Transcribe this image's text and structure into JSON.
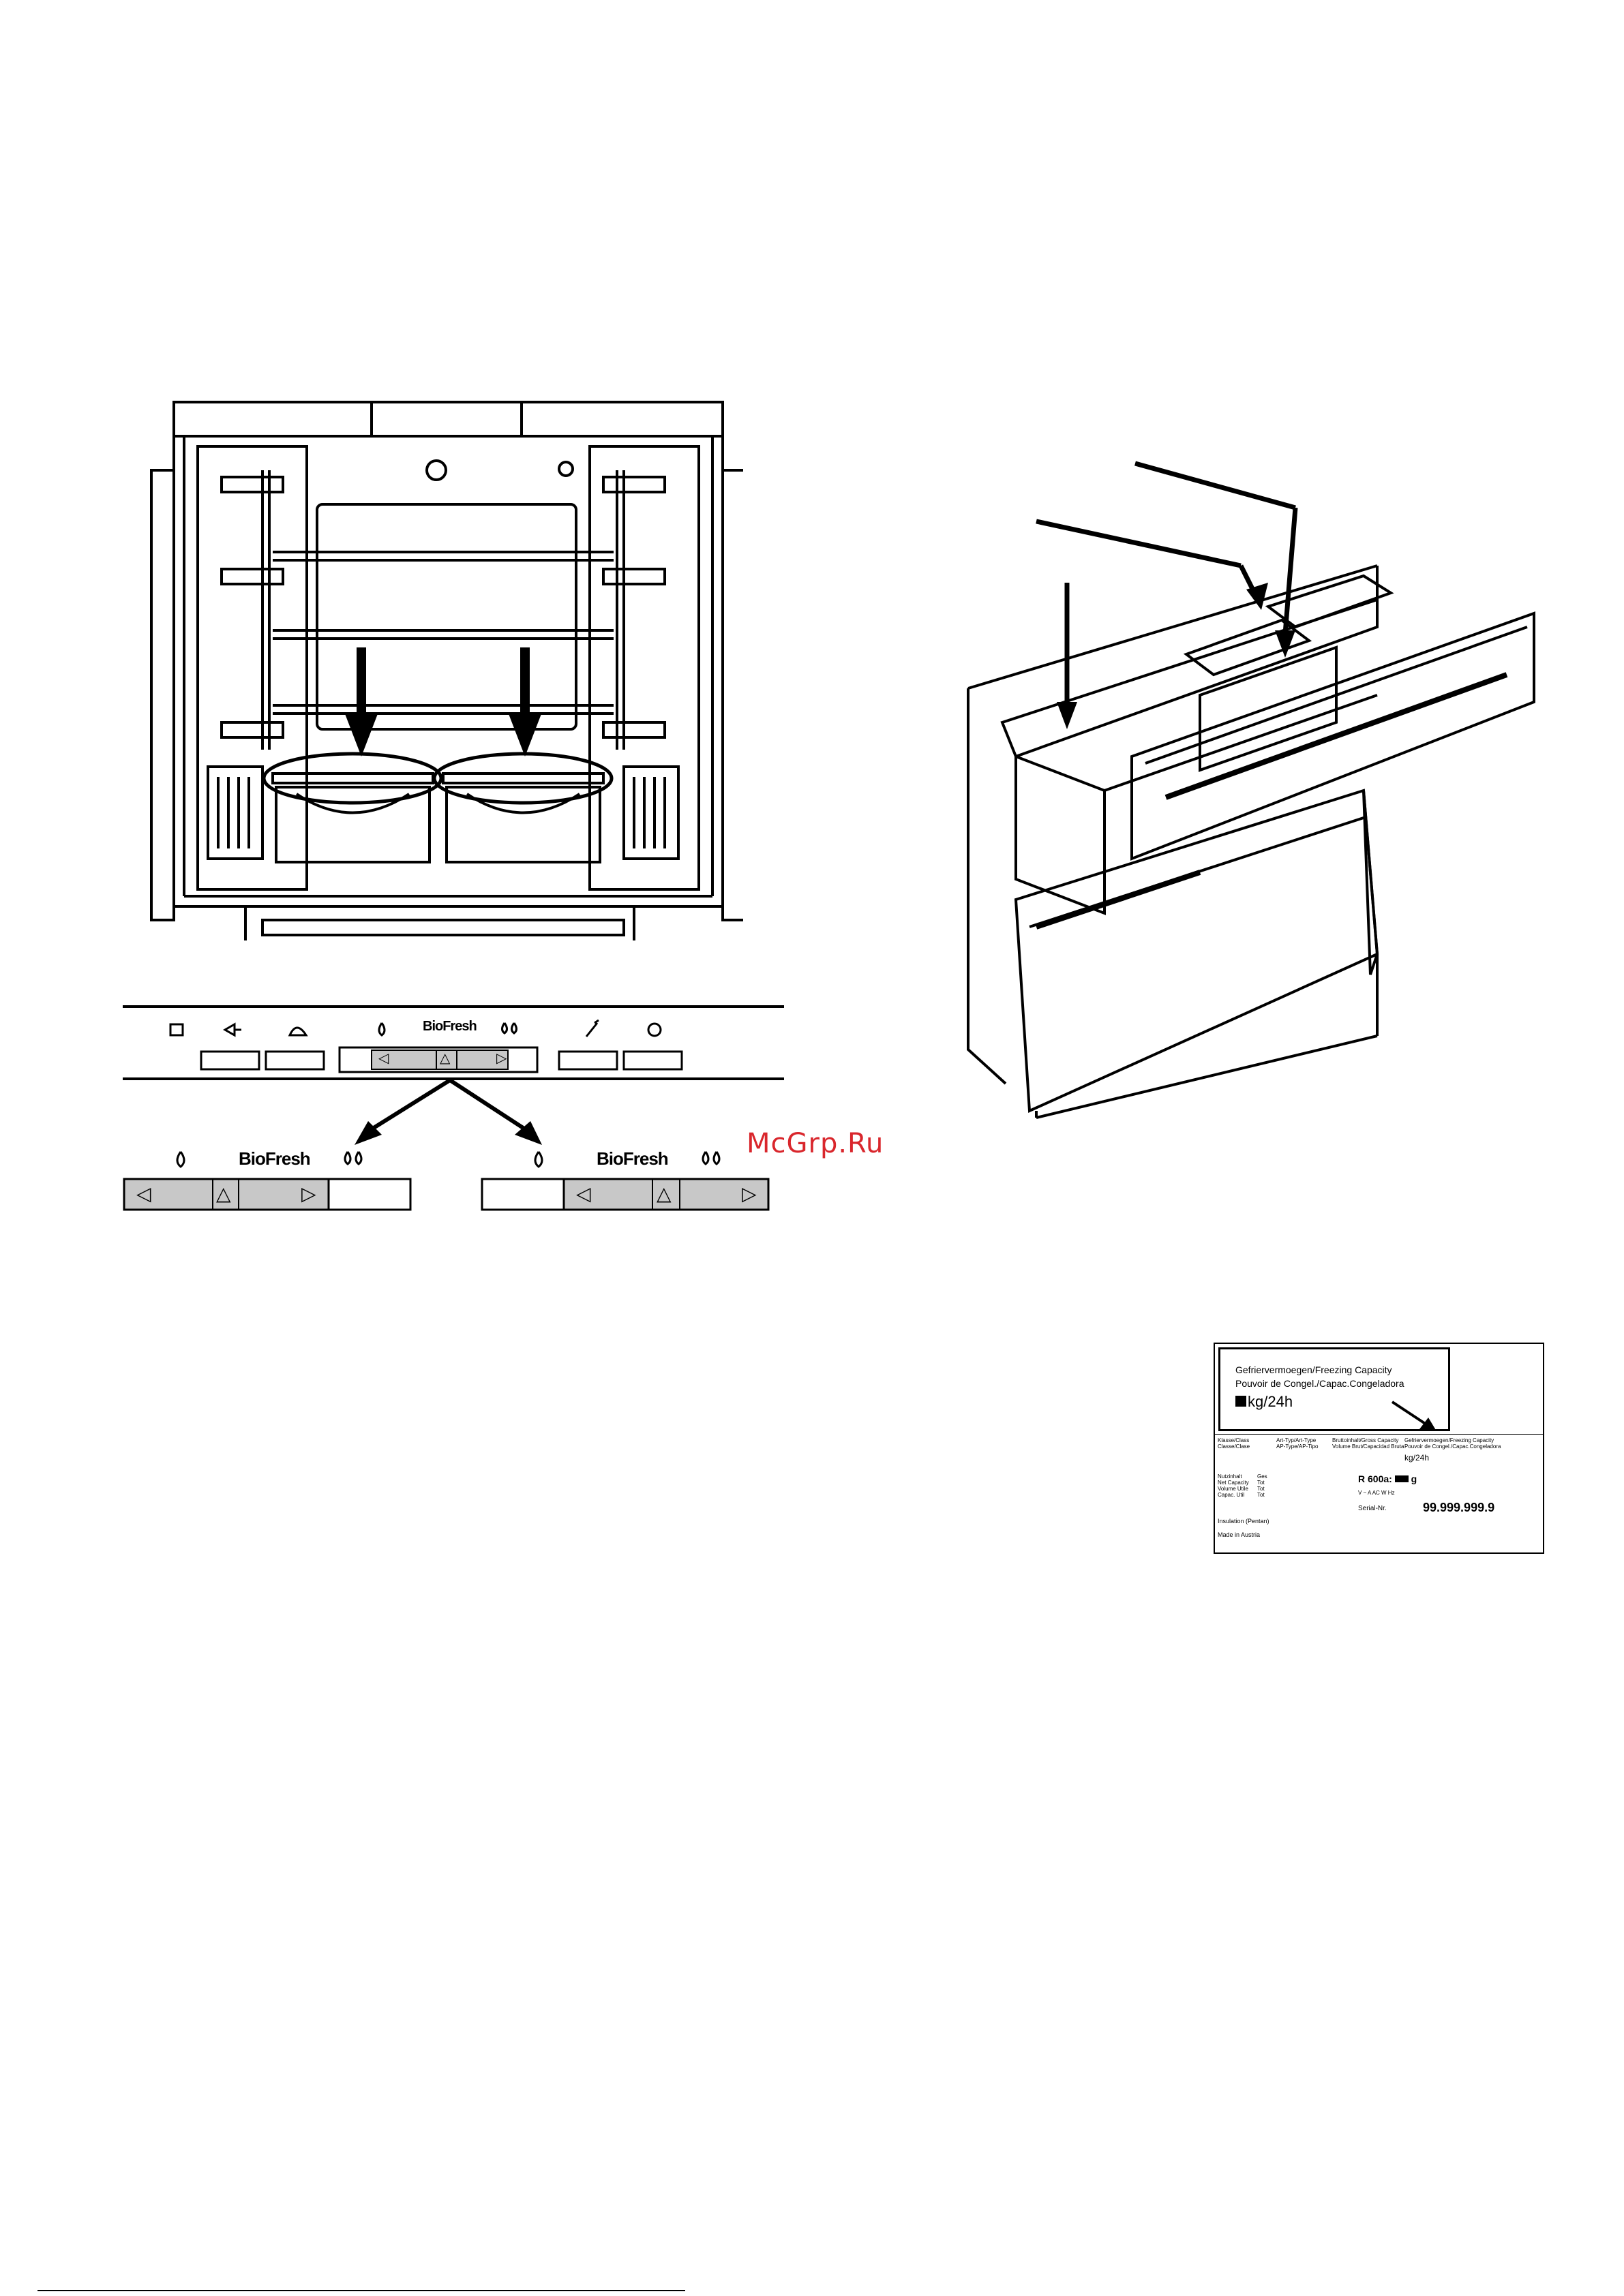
{
  "watermark": "McGrp.Ru",
  "control_panel": {
    "brand_label": "BioFresh",
    "icons": [
      "cheese-icon",
      "fish-icon",
      "meat-icon",
      "drop-icon",
      "drops-icon",
      "carrot-icon",
      "apple-icon"
    ],
    "arrow_left": "◁",
    "arrow_up": "△",
    "arrow_right": "▷"
  },
  "detail_left": {
    "brand_label": "BioFresh"
  },
  "detail_right": {
    "brand_label": "BioFresh"
  },
  "rating_plate": {
    "box_line1": "Gefriervermoegen/Freezing Capacity",
    "box_line2": "Pouvoir de Congel./Capac.Congeladora",
    "box_value": "kg/24h",
    "col1_head": "Klasse/Class\nClasse/Clase",
    "col2_head": "Art-Typ/Art-Type\nAP-Type/AP-Tipo",
    "col3_head": "Bruttoinhalt/Gross Capacity\nVolume Brut/Capacidad Bruta",
    "col4_head": "Gefriervermoegen/Freezing Capacity\nPouvoir de Congel./Capac.Congeladora",
    "col4_value": "kg/24h",
    "rows_labels": "Nutzinhalt\nNet Capacity\nVolume Utile\nCapac. Util",
    "rows_kinds": "Ges\nTot\nTot\nTot",
    "refrigerant": "R 600a:",
    "refrigerant_unit": "g",
    "electrical": "V  ~  A  AC  W  Hz",
    "serial_label": "Serial-Nr.",
    "serial_value": "99.999.999.9",
    "insulation": "Insulation (Pentan)",
    "made_in": "Made in Austria"
  }
}
